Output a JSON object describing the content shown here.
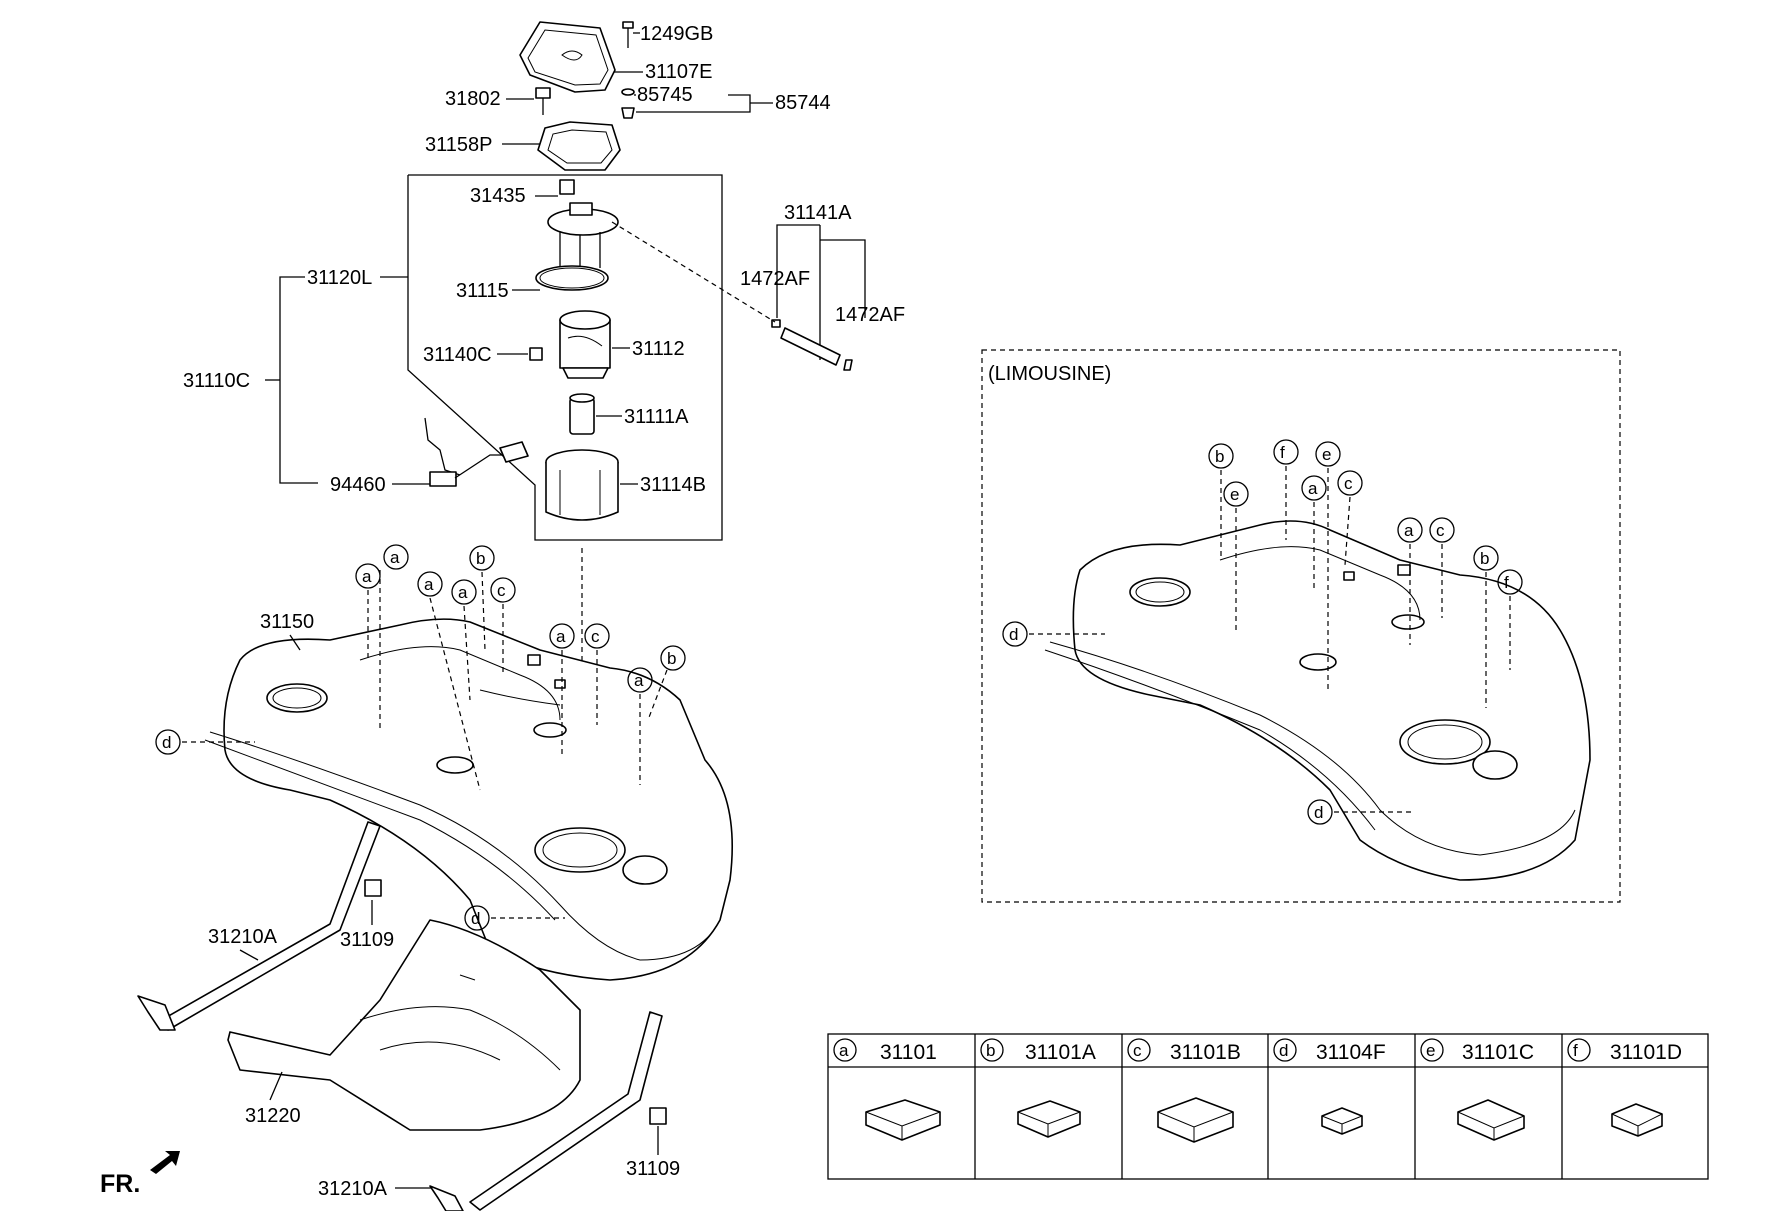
{
  "parts": {
    "p1249GB": "1249GB",
    "p31107E": "31107E",
    "p31802": "31802",
    "p85745": "85745",
    "p85744": "85744",
    "p31158P": "31158P",
    "p31435": "31435",
    "p31141A": "31141A",
    "p31120L": "31120L",
    "p31115": "31115",
    "p1472AF_a": "1472AF",
    "p1472AF_b": "1472AF",
    "p31140C": "31140C",
    "p31112": "31112",
    "p31110C": "31110C",
    "p31111A": "31111A",
    "p94460": "94460",
    "p31114B": "31114B",
    "p31150": "31150",
    "p31210A_a": "31210A",
    "p31109_a": "31109",
    "p31220": "31220",
    "p31109_b": "31109",
    "p31210A_b": "31210A"
  },
  "front_marker": "FR.",
  "limousine": {
    "title": "(LIMOUSINE)"
  },
  "callouts": {
    "a": "a",
    "b": "b",
    "c": "c",
    "d": "d",
    "e": "e",
    "f": "f"
  },
  "legend": [
    {
      "key": "a",
      "part": "31101"
    },
    {
      "key": "b",
      "part": "31101A"
    },
    {
      "key": "c",
      "part": "31101B"
    },
    {
      "key": "d",
      "part": "31104F"
    },
    {
      "key": "e",
      "part": "31101C"
    },
    {
      "key": "f",
      "part": "31101D"
    }
  ]
}
